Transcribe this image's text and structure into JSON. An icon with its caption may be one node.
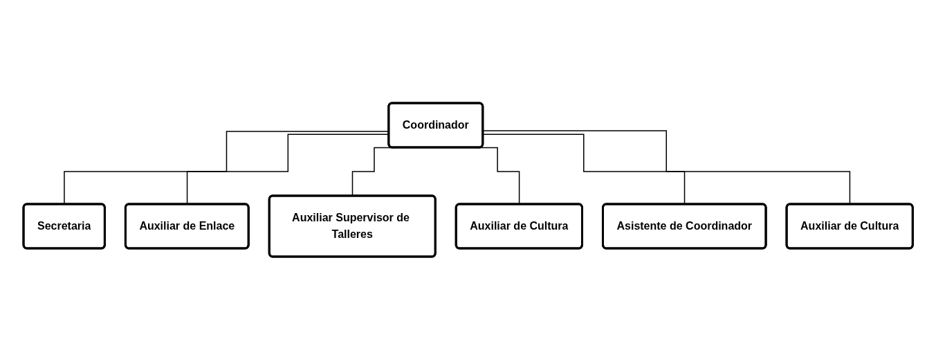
{
  "diagram": {
    "nodes": [
      {
        "text": [
          "Coordinador"
        ]
      },
      {
        "text": [
          "Secretaria"
        ]
      },
      {
        "text": [
          "Auxiliar de Enlace"
        ]
      },
      {
        "text": [
          "Auxiliar Supervisor de Talleres"
        ]
      },
      {
        "text": [
          "Auxiliar de Cultura"
        ]
      },
      {
        "text": [
          "Asistente de Coordinador"
        ]
      },
      {
        "text": [
          "Auxiliar de Cultura"
        ]
      }
    ],
    "edges": [
      {
        "from": 0,
        "to": 1,
        "arrow": "none"
      },
      {
        "from": 0,
        "to": 2,
        "arrow": "none"
      },
      {
        "from": 0,
        "to": 3,
        "arrow": "none"
      },
      {
        "from": 0,
        "to": 4,
        "arrow": "none"
      },
      {
        "from": 0,
        "to": 5,
        "arrow": "none"
      },
      {
        "from": 0,
        "to": 6,
        "arrow": "none"
      }
    ]
  }
}
